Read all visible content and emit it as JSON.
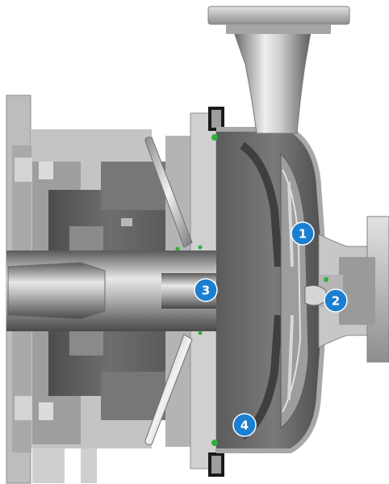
{
  "callouts": [
    {
      "label": "1"
    },
    {
      "label": "2"
    },
    {
      "label": "3"
    },
    {
      "label": "4"
    }
  ],
  "colors": {
    "callout_fill": "#1a7fd1",
    "callout_text": "#ffffff",
    "steel_light": "#c9c9c9",
    "steel_mid": "#9a9a9a",
    "steel_dark": "#555555",
    "cavity": "#6b6b6b",
    "seal_green": "#2fae3a"
  }
}
